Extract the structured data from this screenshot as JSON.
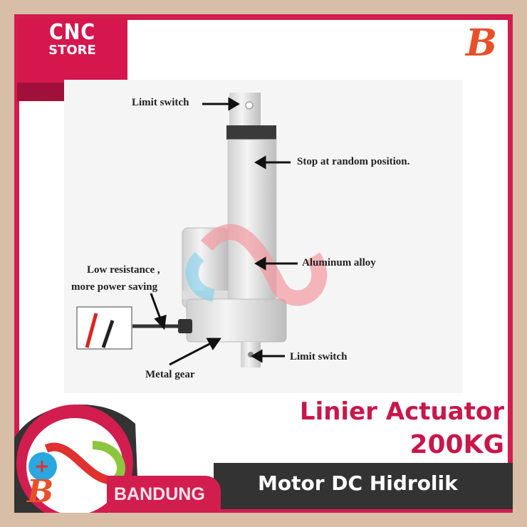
{
  "brand": {
    "store_logo_line1": "CNC",
    "store_logo_line2": "STORE",
    "corner_logo": "B",
    "city": "BANDUNG"
  },
  "product": {
    "title_line1": "Linier Actuator",
    "title_line2": "200KG",
    "subtitle": "Motor DC Hidrolik"
  },
  "annotations": {
    "limit_switch_top": "Limit switch",
    "stop_random": "Stop at random position.",
    "aluminum": "Aluminum alloy",
    "low_resistance_1": "Low resistance ,",
    "low_resistance_2": "more power saving",
    "metal_gear": "Metal gear",
    "limit_switch_bottom": "Limit switch"
  },
  "colors": {
    "frame": "#d21d4f",
    "background": "#d8bea7",
    "title": "#c8174a",
    "bar": "#333333",
    "logo_orange": "#e8502a"
  }
}
